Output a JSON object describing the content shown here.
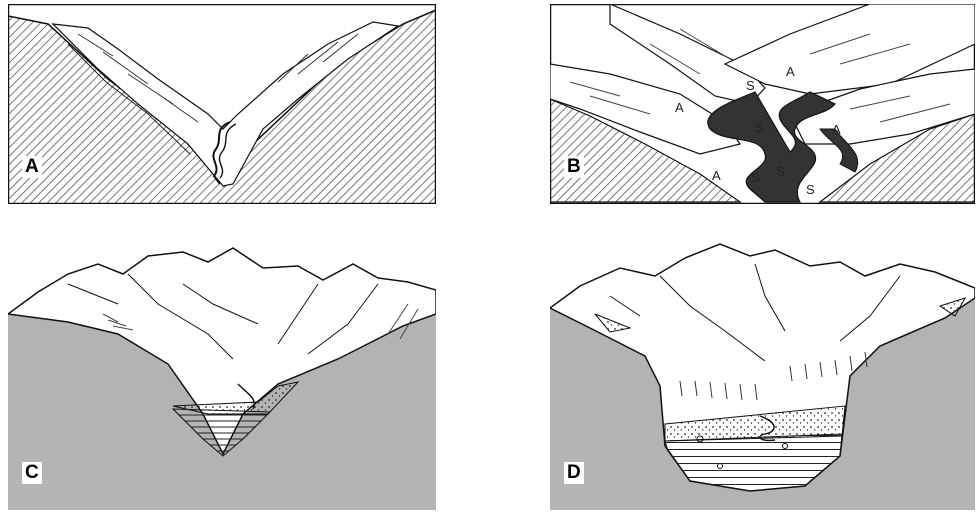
{
  "panels": {
    "a": {
      "label": "A"
    },
    "b": {
      "label": "B",
      "marks": [
        "A",
        "S",
        "S",
        "A",
        "A",
        "S",
        "A",
        "S",
        "S"
      ]
    },
    "c": {
      "label": "C"
    },
    "d": {
      "label": "D"
    }
  },
  "colors": {
    "hatch": "#555555",
    "fill_gray": "#b3b3b3",
    "line": "#111111",
    "paper": "#ffffff"
  }
}
